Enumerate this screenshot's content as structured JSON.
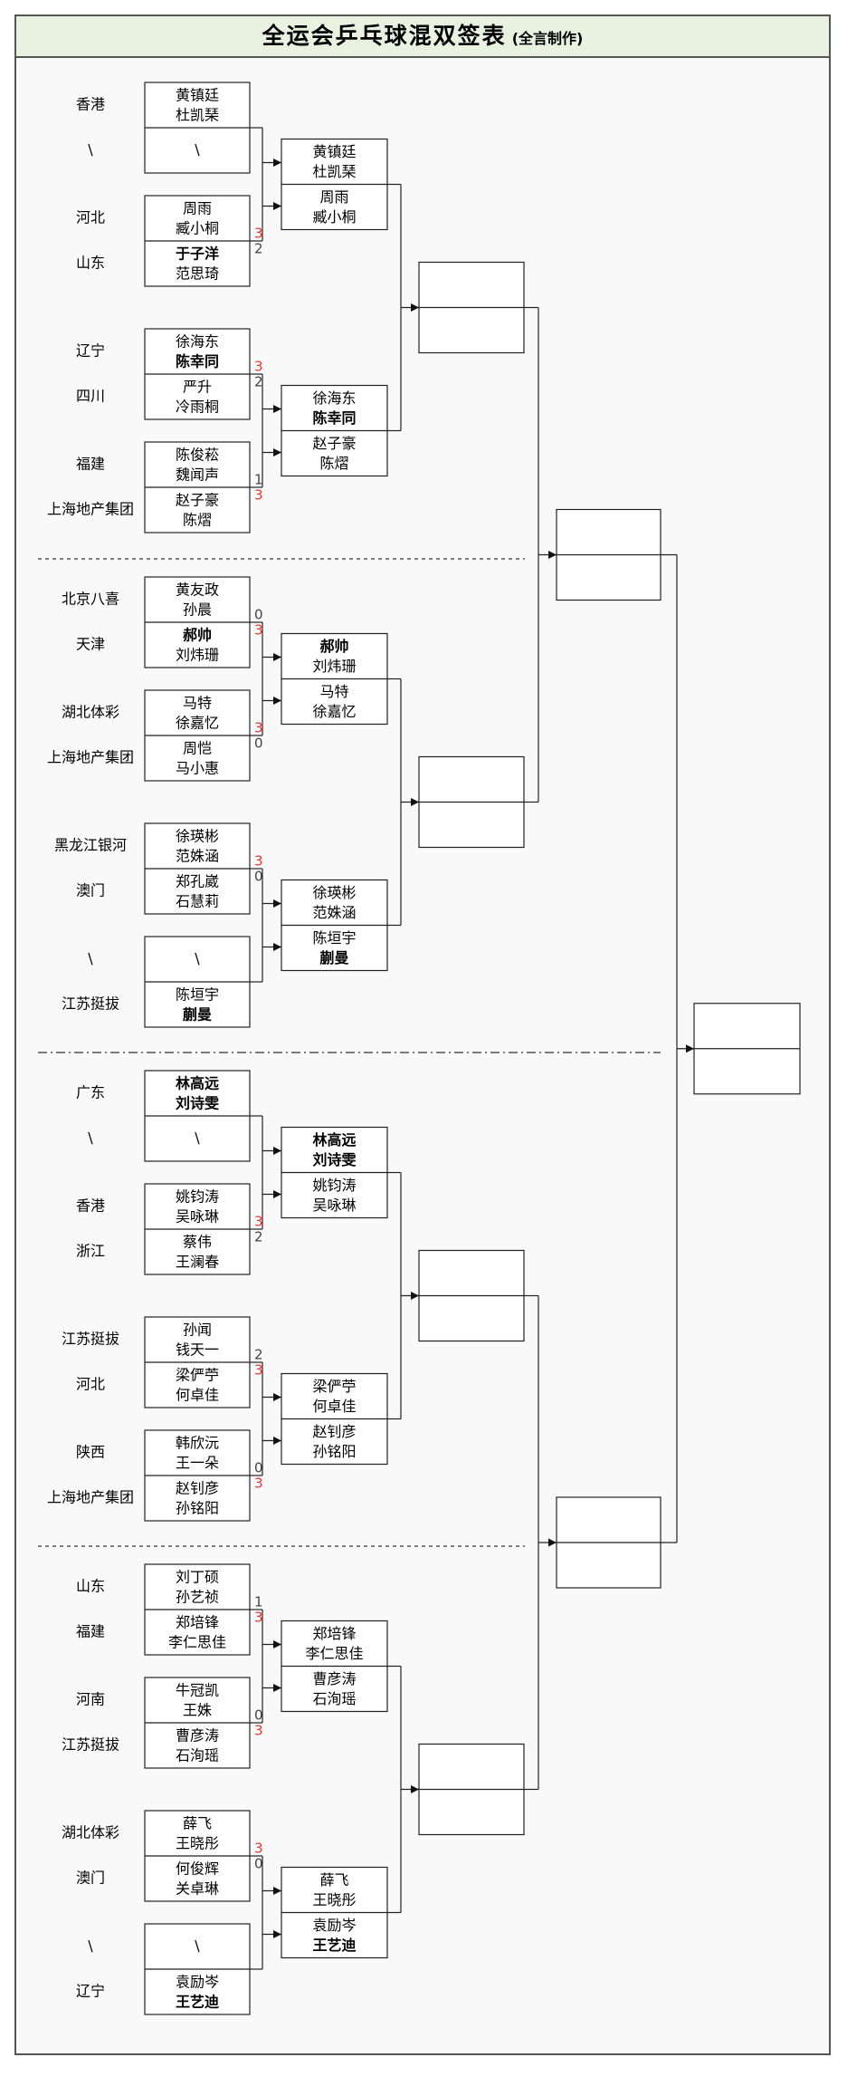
{
  "title": "全运会乒乓球混双签表",
  "subtitle": "(全言制作)",
  "colors": {
    "header_bg": "#e9f2e1",
    "score_win": "#e53935",
    "score_lose": "#444444"
  },
  "first_round": [
    {
      "team": "香港",
      "players": [
        "黄镇廷",
        "杜凯琹"
      ],
      "bold": [
        false,
        false
      ],
      "score": "",
      "win": false
    },
    {
      "team": "\\",
      "players": [
        "\\",
        ""
      ],
      "bold": [
        false,
        false
      ],
      "score": "",
      "win": false
    },
    {
      "team": "河北",
      "players": [
        "周雨",
        "臧小桐"
      ],
      "bold": [
        false,
        false
      ],
      "score": "3",
      "win": true
    },
    {
      "team": "山东",
      "players": [
        "于子洋",
        "范思琦"
      ],
      "bold": [
        true,
        false
      ],
      "score": "2",
      "win": false
    },
    {
      "team": "辽宁",
      "players": [
        "徐海东",
        "陈幸同"
      ],
      "bold": [
        false,
        true
      ],
      "score": "3",
      "win": true
    },
    {
      "team": "四川",
      "players": [
        "严升",
        "冷雨桐"
      ],
      "bold": [
        false,
        false
      ],
      "score": "2",
      "win": false
    },
    {
      "team": "福建",
      "players": [
        "陈俊菘",
        "魏闻声"
      ],
      "bold": [
        false,
        false
      ],
      "score": "1",
      "win": false
    },
    {
      "team": "上海地产集团",
      "players": [
        "赵子豪",
        "陈熠"
      ],
      "bold": [
        false,
        false
      ],
      "score": "3",
      "win": true
    },
    {
      "team": "北京八喜",
      "players": [
        "黄友政",
        "孙晨"
      ],
      "bold": [
        false,
        false
      ],
      "score": "0",
      "win": false
    },
    {
      "team": "天津",
      "players": [
        "郝帅",
        "刘炜珊"
      ],
      "bold": [
        true,
        false
      ],
      "score": "3",
      "win": true
    },
    {
      "team": "湖北体彩",
      "players": [
        "马特",
        "徐嘉忆"
      ],
      "bold": [
        false,
        false
      ],
      "score": "3",
      "win": true
    },
    {
      "team": "上海地产集团",
      "players": [
        "周恺",
        "马小惠"
      ],
      "bold": [
        false,
        false
      ],
      "score": "0",
      "win": false
    },
    {
      "team": "黑龙江银河",
      "players": [
        "徐瑛彬",
        "范姝涵"
      ],
      "bold": [
        false,
        false
      ],
      "score": "3",
      "win": true
    },
    {
      "team": "澳门",
      "players": [
        "郑孔崴",
        "石慧莉"
      ],
      "bold": [
        false,
        false
      ],
      "score": "0",
      "win": false
    },
    {
      "team": "\\",
      "players": [
        "\\",
        ""
      ],
      "bold": [
        false,
        false
      ],
      "score": "",
      "win": false
    },
    {
      "team": "江苏挺拔",
      "players": [
        "陈垣宇",
        "蒯曼"
      ],
      "bold": [
        false,
        true
      ],
      "score": "",
      "win": false
    },
    {
      "team": "广东",
      "players": [
        "林高远",
        "刘诗雯"
      ],
      "bold": [
        true,
        true
      ],
      "score": "",
      "win": false
    },
    {
      "team": "\\",
      "players": [
        "\\",
        ""
      ],
      "bold": [
        false,
        false
      ],
      "score": "",
      "win": false
    },
    {
      "team": "香港",
      "players": [
        "姚钧涛",
        "吴咏琳"
      ],
      "bold": [
        false,
        false
      ],
      "score": "3",
      "win": true
    },
    {
      "team": "浙江",
      "players": [
        "蔡伟",
        "王澜春"
      ],
      "bold": [
        false,
        false
      ],
      "score": "2",
      "win": false
    },
    {
      "team": "江苏挺拔",
      "players": [
        "孙闻",
        "钱天一"
      ],
      "bold": [
        false,
        false
      ],
      "score": "2",
      "win": false
    },
    {
      "team": "河北",
      "players": [
        "梁俨苧",
        "何卓佳"
      ],
      "bold": [
        false,
        false
      ],
      "score": "3",
      "win": true
    },
    {
      "team": "陕西",
      "players": [
        "韩欣沅",
        "王一朵"
      ],
      "bold": [
        false,
        false
      ],
      "score": "0",
      "win": false
    },
    {
      "team": "上海地产集团",
      "players": [
        "赵钊彦",
        "孙铭阳"
      ],
      "bold": [
        false,
        false
      ],
      "score": "3",
      "win": true
    },
    {
      "team": "山东",
      "players": [
        "刘丁硕",
        "孙艺祯"
      ],
      "bold": [
        false,
        false
      ],
      "score": "1",
      "win": false
    },
    {
      "team": "福建",
      "players": [
        "郑培锋",
        "李仁思佳"
      ],
      "bold": [
        false,
        false
      ],
      "score": "3",
      "win": true
    },
    {
      "team": "河南",
      "players": [
        "牛冠凯",
        "王姝"
      ],
      "bold": [
        false,
        false
      ],
      "score": "0",
      "win": false
    },
    {
      "team": "江苏挺拔",
      "players": [
        "曹彦涛",
        "石洵瑶"
      ],
      "bold": [
        false,
        false
      ],
      "score": "3",
      "win": true
    },
    {
      "team": "湖北体彩",
      "players": [
        "薛飞",
        "王晓彤"
      ],
      "bold": [
        false,
        false
      ],
      "score": "3",
      "win": true
    },
    {
      "team": "澳门",
      "players": [
        "何俊辉",
        "关卓琳"
      ],
      "bold": [
        false,
        false
      ],
      "score": "0",
      "win": false
    },
    {
      "team": "\\",
      "players": [
        "\\",
        ""
      ],
      "bold": [
        false,
        false
      ],
      "score": "",
      "win": false
    },
    {
      "team": "辽宁",
      "players": [
        "袁励岑",
        "王艺迪"
      ],
      "bold": [
        false,
        true
      ],
      "score": "",
      "win": false
    }
  ],
  "round_two": [
    {
      "players": [
        "黄镇廷",
        "杜凯琹"
      ],
      "bold": [
        false,
        false
      ]
    },
    {
      "players": [
        "周雨",
        "臧小桐"
      ],
      "bold": [
        false,
        false
      ]
    },
    {
      "players": [
        "徐海东",
        "陈幸同"
      ],
      "bold": [
        false,
        true
      ]
    },
    {
      "players": [
        "赵子豪",
        "陈熠"
      ],
      "bold": [
        false,
        false
      ]
    },
    {
      "players": [
        "郝帅",
        "刘炜珊"
      ],
      "bold": [
        true,
        false
      ]
    },
    {
      "players": [
        "马特",
        "徐嘉忆"
      ],
      "bold": [
        false,
        false
      ]
    },
    {
      "players": [
        "徐瑛彬",
        "范姝涵"
      ],
      "bold": [
        false,
        false
      ]
    },
    {
      "players": [
        "陈垣宇",
        "蒯曼"
      ],
      "bold": [
        false,
        true
      ]
    },
    {
      "players": [
        "林高远",
        "刘诗雯"
      ],
      "bold": [
        true,
        true
      ]
    },
    {
      "players": [
        "姚钧涛",
        "吴咏琳"
      ],
      "bold": [
        false,
        false
      ]
    },
    {
      "players": [
        "梁俨苧",
        "何卓佳"
      ],
      "bold": [
        false,
        false
      ]
    },
    {
      "players": [
        "赵钊彦",
        "孙铭阳"
      ],
      "bold": [
        false,
        false
      ]
    },
    {
      "players": [
        "郑培锋",
        "李仁思佳"
      ],
      "bold": [
        false,
        false
      ]
    },
    {
      "players": [
        "曹彦涛",
        "石洵瑶"
      ],
      "bold": [
        false,
        false
      ]
    },
    {
      "players": [
        "薛飞",
        "王晓彤"
      ],
      "bold": [
        false,
        false
      ]
    },
    {
      "players": [
        "袁励岑",
        "王艺迪"
      ],
      "bold": [
        false,
        true
      ]
    }
  ]
}
